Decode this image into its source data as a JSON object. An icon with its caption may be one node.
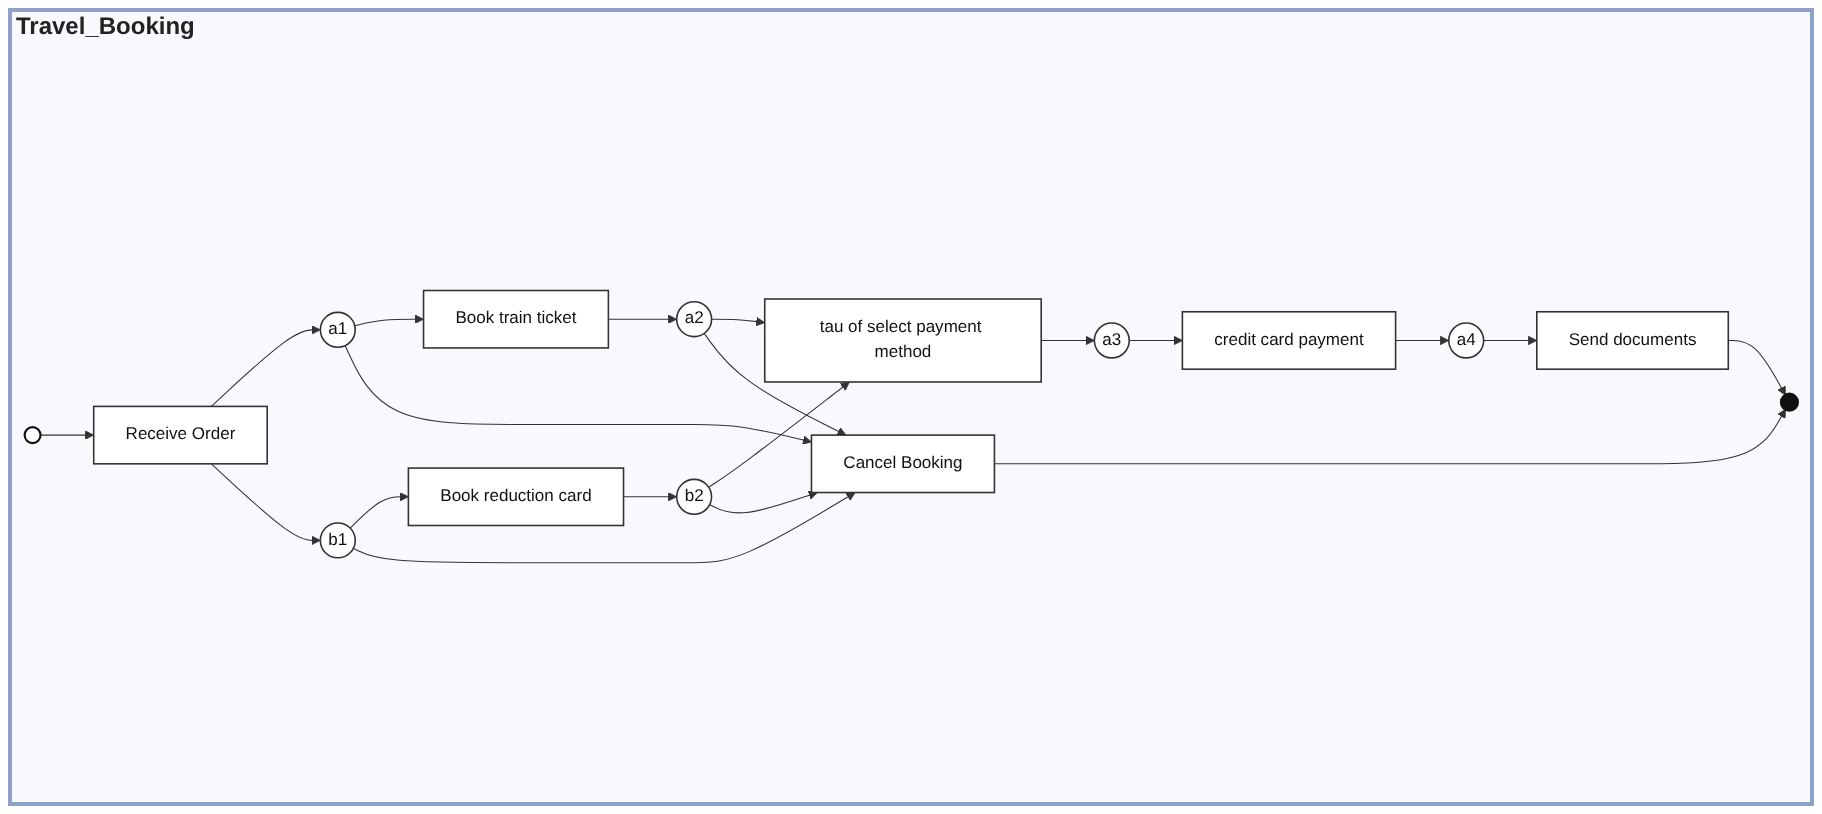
{
  "diagram": {
    "title": "Travel_Booking",
    "nodes": [
      {
        "text": [],
        "shape": "circle"
      },
      {
        "text": [
          "Receive Order"
        ]
      },
      {
        "text": [
          "a1"
        ]
      },
      {
        "text": [
          "b1"
        ]
      },
      {
        "text": [
          "Book train ticket"
        ]
      },
      {
        "text": [
          "Book reduction card"
        ]
      },
      {
        "text": [
          "a2"
        ]
      },
      {
        "text": [
          "b2"
        ]
      },
      {
        "text": [
          "tau of select payment method"
        ]
      },
      {
        "text": [
          "a3"
        ]
      },
      {
        "text": [
          "credit card payment"
        ]
      },
      {
        "text": [
          "a4"
        ]
      },
      {
        "text": [
          "Send documents"
        ]
      },
      {
        "text": [],
        "shape": "circle"
      },
      {
        "text": [
          "Cancel Booking"
        ]
      }
    ],
    "edges": [
      {
        "from": 0,
        "to": 1,
        "arrow": "to"
      },
      {
        "from": 1,
        "to": 2,
        "arrow": "to"
      },
      {
        "from": 1,
        "to": 3,
        "arrow": "to"
      },
      {
        "from": 2,
        "to": 4,
        "arrow": "to"
      },
      {
        "from": 3,
        "to": 5,
        "arrow": "to"
      },
      {
        "from": 4,
        "to": 6,
        "arrow": "to"
      },
      {
        "from": 5,
        "to": 7,
        "arrow": "to"
      },
      {
        "from": 6,
        "to": 8,
        "arrow": "to"
      },
      {
        "from": 7,
        "to": 8,
        "arrow": "to"
      },
      {
        "from": 8,
        "to": 9,
        "arrow": "to"
      },
      {
        "from": 9,
        "to": 10,
        "arrow": "to"
      },
      {
        "from": 10,
        "to": 11,
        "arrow": "to"
      },
      {
        "from": 11,
        "to": 12,
        "arrow": "to"
      },
      {
        "from": 12,
        "to": 13,
        "arrow": "to"
      },
      {
        "from": 2,
        "to": 14,
        "arrow": "to"
      },
      {
        "from": 3,
        "to": 14,
        "arrow": "to"
      },
      {
        "from": 6,
        "to": 14,
        "arrow": "to"
      },
      {
        "from": 7,
        "to": 14,
        "arrow": "to"
      },
      {
        "from": 14,
        "to": 13,
        "arrow": "to"
      }
    ]
  }
}
